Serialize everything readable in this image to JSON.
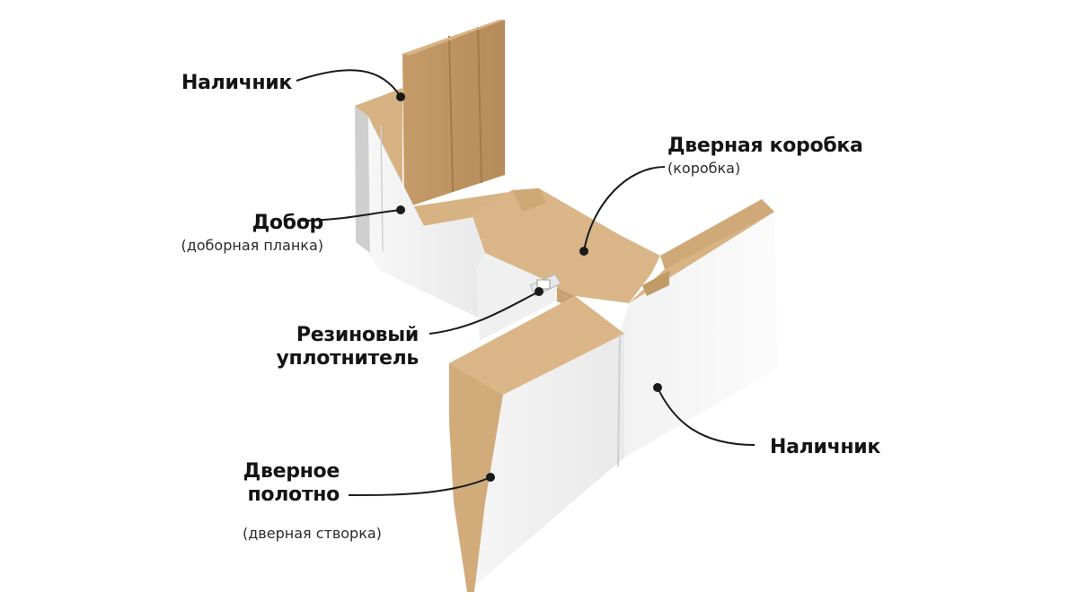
{
  "labels": {
    "casing_top": {
      "main": "Наличник"
    },
    "frame": {
      "main": "Дверная коробка",
      "sub": "(коробка)"
    },
    "extension": {
      "main": "Добор",
      "sub": "(доборная планка)"
    },
    "seal": {
      "line1": "Резиновый",
      "line2": "уплотнитель"
    },
    "casing_right": {
      "main": "Наличник"
    },
    "door_leaf": {
      "line1": "Дверное",
      "line2": "полотно",
      "sub": "(дверная створка)"
    }
  },
  "colors": {
    "mdf": "#d9b588",
    "mdf_dark": "#c49a68",
    "mdf_shadow": "#a57d4f",
    "white_face": "#f4f4f4",
    "white_shade": "#e6e6e6",
    "leader": "#1a1a1a"
  }
}
